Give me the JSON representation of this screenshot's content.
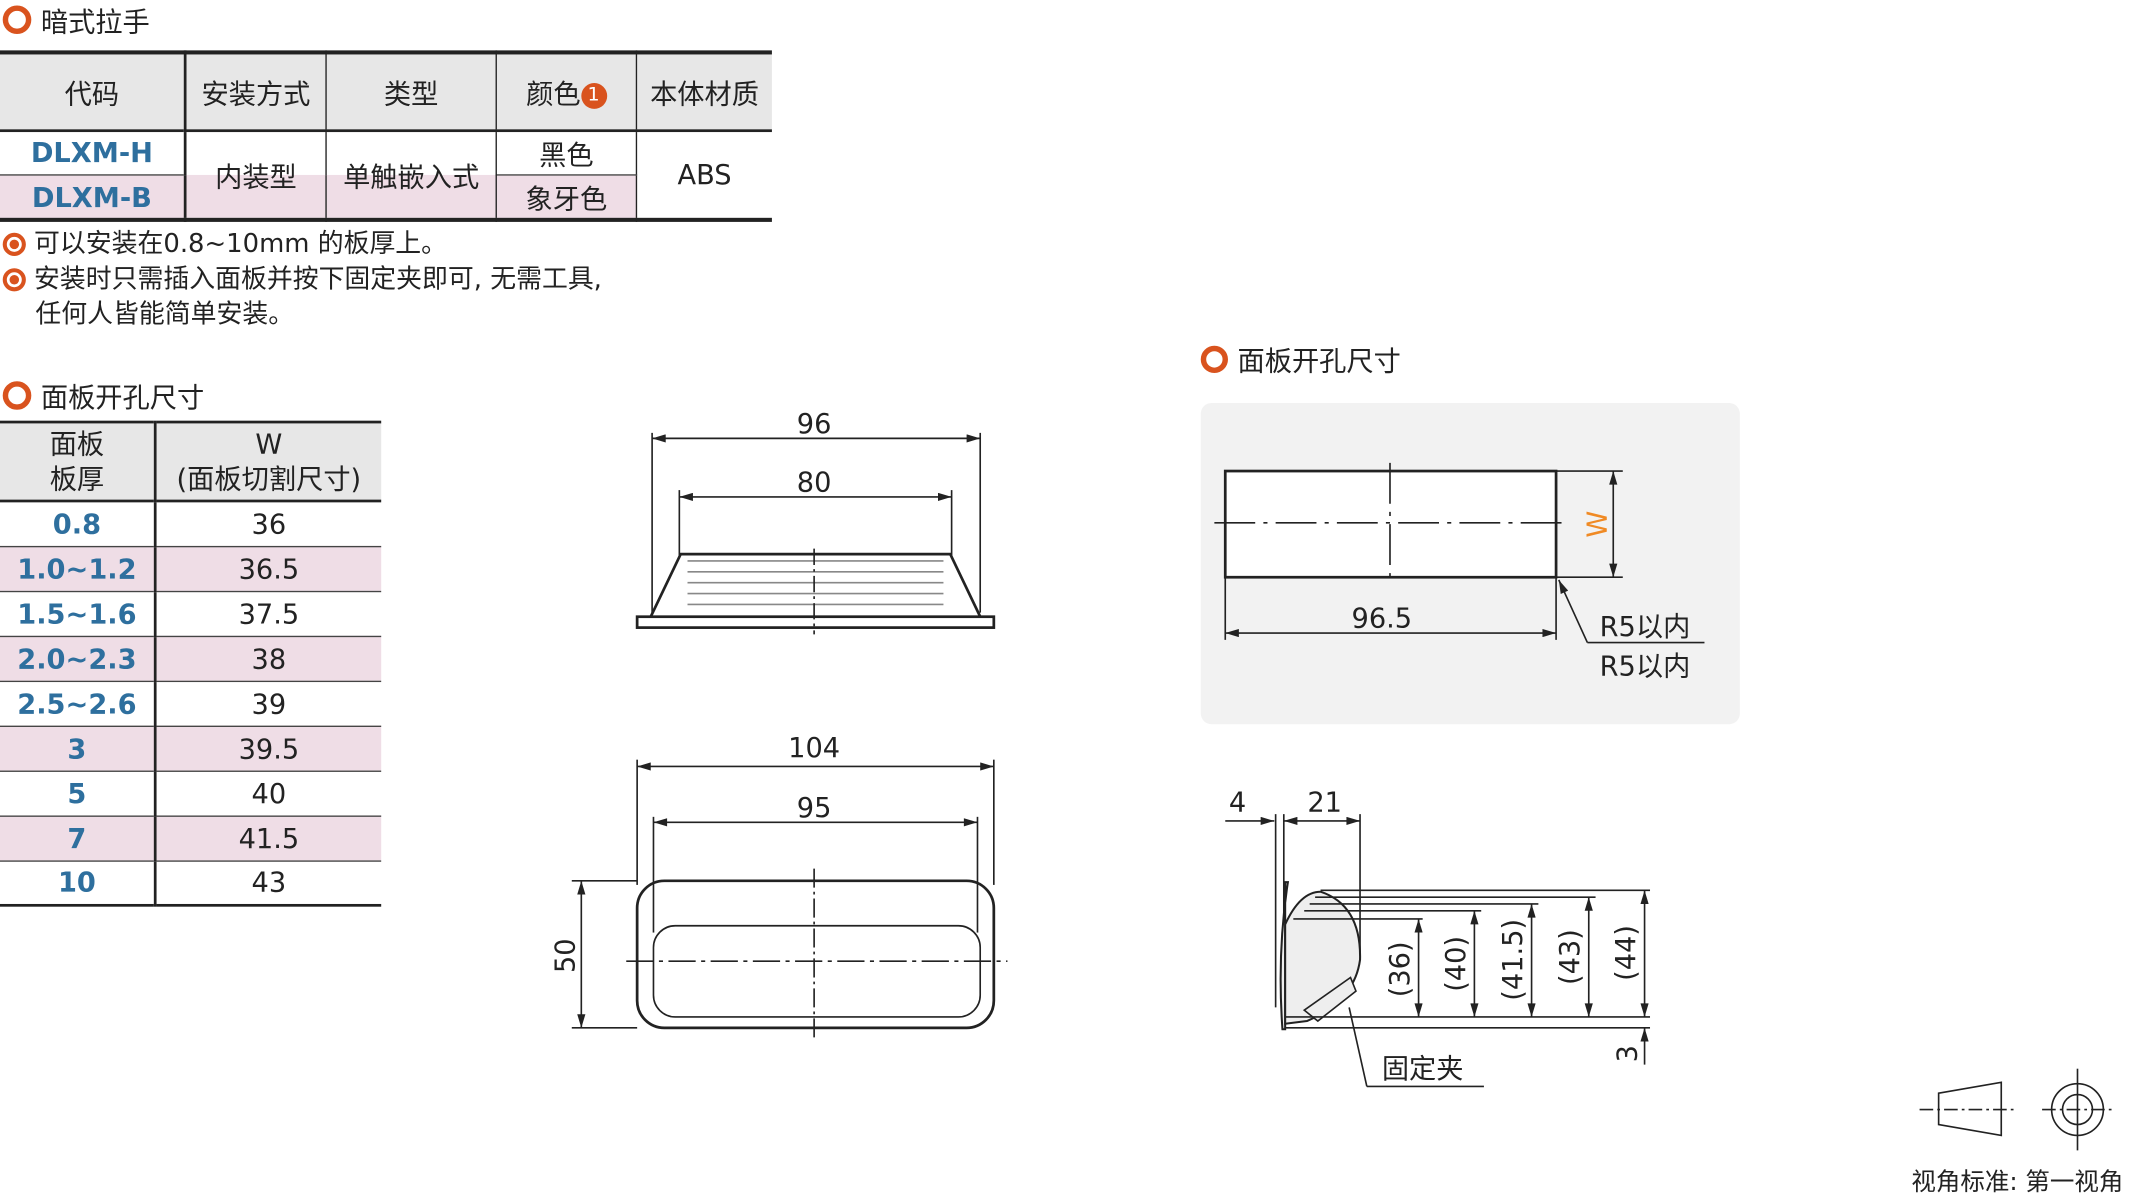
{
  "section1": {
    "title": "暗式拉手"
  },
  "spec_table": {
    "headers": [
      "代码",
      "安装方式",
      "类型",
      "颜色",
      "本体材质"
    ],
    "color_badge": "1",
    "codes": [
      "DLXM-H",
      "DLXM-B"
    ],
    "install": "内装型",
    "type": "单触嵌入式",
    "colors": [
      "黑色",
      "象牙色"
    ],
    "material": "ABS"
  },
  "notes": [
    "可以安装在0.8~10mm 的板厚上。",
    "安装时只需插入面板并按下固定夹即可, 无需工具,",
    "任何人皆能简单安装。"
  ],
  "section2": {
    "title": "面板开孔尺寸"
  },
  "thickness_table": {
    "headers": [
      "面板\n板厚",
      "W\n(面板切割尺寸)"
    ],
    "header1": [
      "面板",
      "板厚"
    ],
    "header2": [
      "W",
      "(面板切割尺寸)"
    ],
    "rows": [
      [
        "0.8",
        "36"
      ],
      [
        "1.0~1.2",
        "36.5"
      ],
      [
        "1.5~1.6",
        "37.5"
      ],
      [
        "2.0~2.3",
        "38"
      ],
      [
        "2.5~2.6",
        "39"
      ],
      [
        "3",
        "39.5"
      ],
      [
        "5",
        "40"
      ],
      [
        "7",
        "41.5"
      ],
      [
        "10",
        "43"
      ]
    ]
  },
  "front_view": {
    "dim_outer": "96",
    "dim_inner": "80"
  },
  "top_view": {
    "dim_outer": "104",
    "dim_inner": "95",
    "dim_height": "50"
  },
  "cutout": {
    "title": "面板开孔尺寸",
    "width": "96.5",
    "height_label": "W",
    "radius_note": "R5以内",
    "radius_note2": "R5以内"
  },
  "side_view": {
    "dim_flange": "4",
    "dim_depth": "21",
    "heights": [
      "(36)",
      "(40)",
      "(41.5)",
      "(43)",
      "(44)"
    ],
    "dim_bottom": "3",
    "clip_label": "固定夹"
  },
  "projection": {
    "label": "视角标准: 第一视角"
  },
  "colors": {
    "accent": "#d9531e",
    "code_blue": "#2e6f9e",
    "pink_row": "#efdde6",
    "w_orange": "#f08a24"
  }
}
